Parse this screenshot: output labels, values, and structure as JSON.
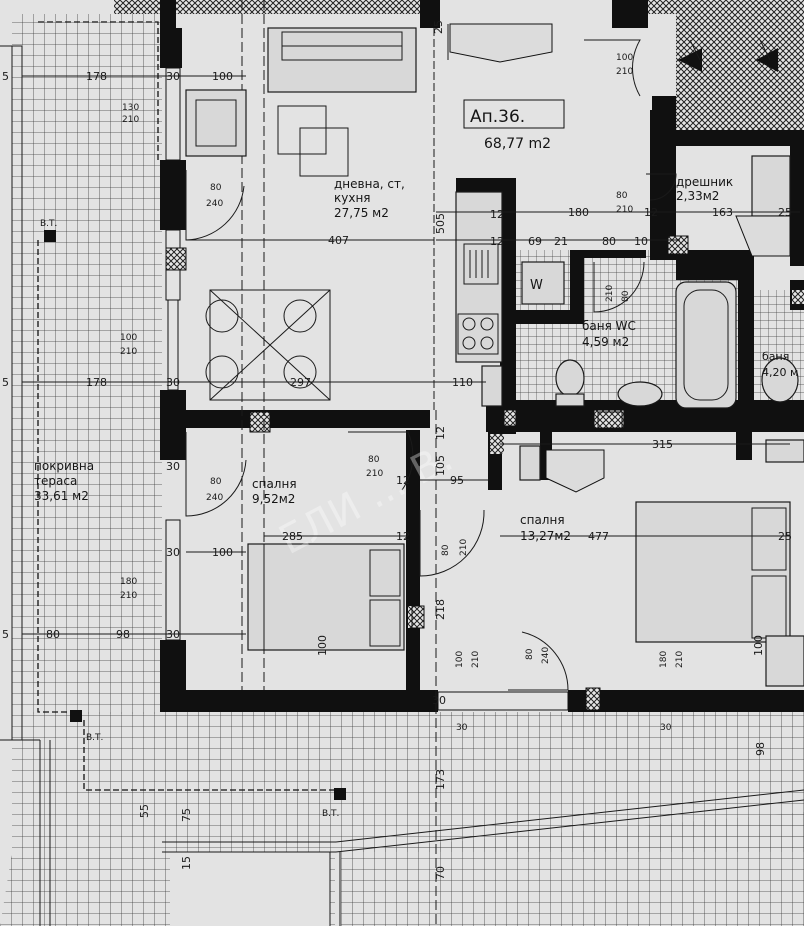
{
  "apartment": {
    "number": "Ап.36.",
    "area": "68,77 m2"
  },
  "rooms": {
    "living": {
      "name_line1": "дневна, ст,",
      "name_line2": "кухня",
      "area": "27,75 м2"
    },
    "closet": {
      "name": "дрешник",
      "area": "2,33м2"
    },
    "bath_wc": {
      "name": "баня WC",
      "area": "4,59 м2"
    },
    "bath_right": {
      "name": "баня",
      "area": "4,20 м"
    },
    "bedroom_small": {
      "name": "спалня",
      "area": "9,52м2"
    },
    "bedroom_large": {
      "name": "спалня",
      "area": "13,27м2"
    },
    "terrace": {
      "name_line1": "покривна",
      "name_line2": "тераса",
      "area": "33,61 м2"
    }
  },
  "appliance_label": "W",
  "bt_label": "В.Т.",
  "dimensions": {
    "d178a": "178",
    "d30a": "30",
    "d100a": "100",
    "d130": "130",
    "d210a": "210",
    "d80a": "80",
    "d240a": "240",
    "d407": "407",
    "d505": "505",
    "d25a": "25",
    "d100b": "100",
    "d210b": "210",
    "d80b": "80",
    "d210c": "210",
    "d180": "180",
    "d12a": "12",
    "d163": "163",
    "d25b": "25",
    "d12b": "12",
    "d12c": "12",
    "d69": "69",
    "d21": "21",
    "d80c": "80",
    "d10": "10",
    "d210d": "210",
    "d80d": "80",
    "d100c": "100",
    "d210e": "210",
    "d178b": "178",
    "d297": "297",
    "d110": "110",
    "d12d": "12",
    "d80e": "80",
    "d210f": "210",
    "d12e": "12",
    "d105": "105",
    "d95": "95",
    "d315": "315",
    "d80f": "80",
    "d240b": "240",
    "d477": "477",
    "d25c": "25",
    "d12f": "12",
    "d285": "285",
    "d30b": "30",
    "d100d": "100",
    "d80g": "80",
    "d210g": "210",
    "d180b": "180",
    "d210h": "210",
    "d80h": "80",
    "d98a": "98",
    "d30c": "30",
    "d218": "218",
    "d100e": "100",
    "d100f": "100",
    "d210i": "210",
    "d80i": "80",
    "d240c": "240",
    "d180c": "180",
    "d210j": "210",
    "d100g": "100",
    "d30d": "30",
    "d30e": "30",
    "d30f": "30",
    "d98b": "98",
    "d173": "173",
    "d55": "55",
    "d75": "75",
    "d15": "15",
    "d70": "70",
    "d5a": "5",
    "d5b": "5",
    "d5c": "5",
    "d30g": "30",
    "d30h": "30"
  },
  "watermark": "ЕЛИ ... В."
}
